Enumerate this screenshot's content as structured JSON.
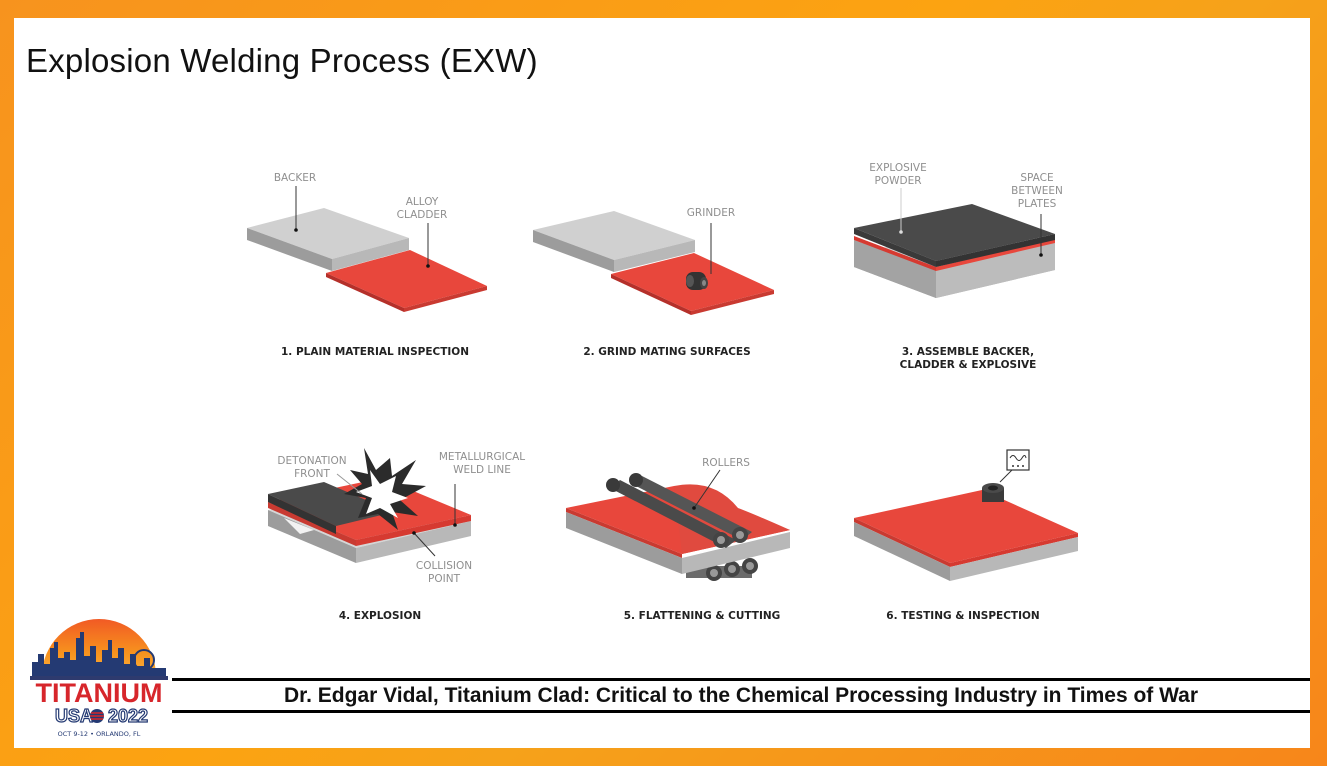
{
  "slide": {
    "title": "Explosion Welding Process (EXW)",
    "footer": "Dr. Edgar Vidal, Titanium Clad: Critical to the Chemical Processing Industry in Times of War"
  },
  "steps": [
    {
      "caption": [
        "1. PLAIN MATERIAL INSPECTION"
      ],
      "labels": {
        "backer": [
          "BACKER"
        ],
        "cladder": [
          "ALLOY",
          "CLADDER"
        ]
      }
    },
    {
      "caption": [
        "2. GRIND MATING SURFACES"
      ],
      "labels": {
        "grinder": [
          "GRINDER"
        ]
      }
    },
    {
      "caption": [
        "3. ASSEMBLE BACKER,",
        "CLADDER & EXPLOSIVE"
      ],
      "labels": {
        "powder": [
          "EXPLOSIVE",
          "POWDER"
        ],
        "space": [
          "SPACE",
          "BETWEEN",
          "PLATES"
        ]
      }
    },
    {
      "caption": [
        "4.  EXPLOSION"
      ],
      "labels": {
        "front": [
          "DETONATION",
          "FRONT"
        ],
        "weld": [
          "METALLURGICAL",
          "WELD LINE"
        ],
        "collision": [
          "COLLISION",
          "POINT"
        ]
      }
    },
    {
      "caption": [
        "5. FLATTENING & CUTTING"
      ],
      "labels": {
        "rollers": [
          "ROLLERS"
        ]
      }
    },
    {
      "caption": [
        "6. TESTING & INSPECTION"
      ],
      "labels": {}
    }
  ],
  "logo": {
    "word": "TITANIUM",
    "usa": "USA",
    "year": "2022",
    "dates": "OCT 9-12 • ORLANDO, FL"
  },
  "colors": {
    "clad_red": "#e8473c",
    "backer_top": "#cfcfcf",
    "backer_side": "#a9a9a9",
    "explosive": "#4a4a4a",
    "border_orange": "#f7931e"
  }
}
